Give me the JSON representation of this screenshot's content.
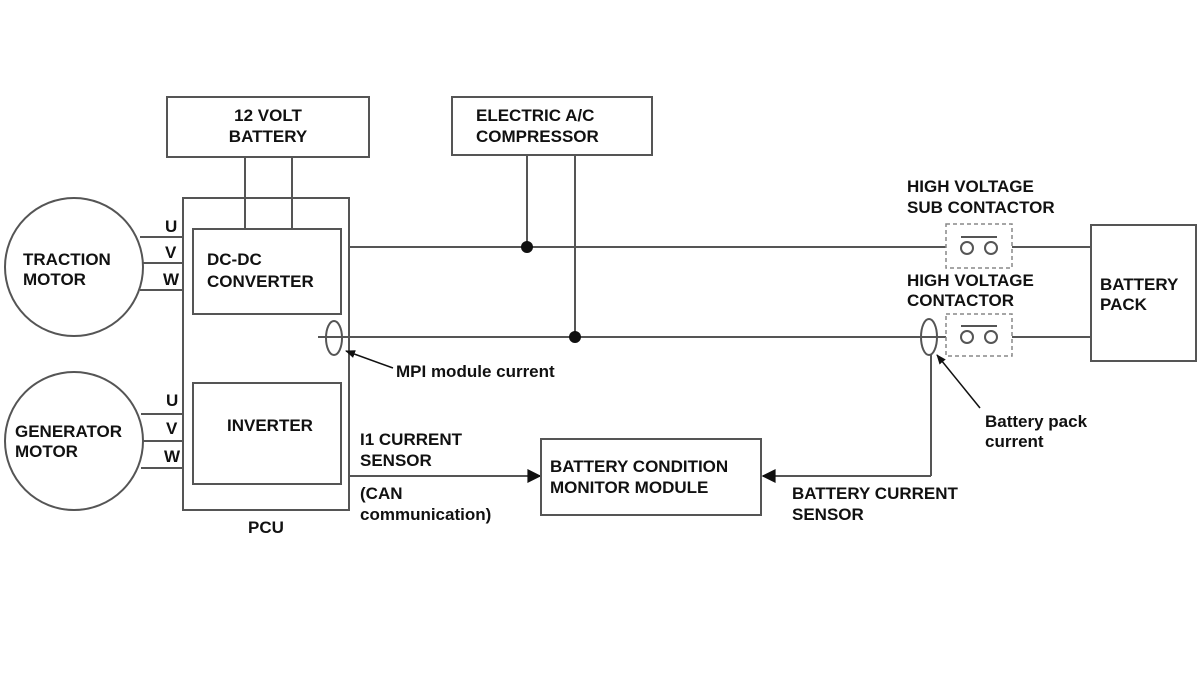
{
  "components": {
    "battery_12v": [
      "12 VOLT",
      "BATTERY"
    ],
    "ac_compressor": [
      "ELECTRIC A/C",
      "COMPRESSOR"
    ],
    "traction_motor": [
      "TRACTION",
      "MOTOR"
    ],
    "generator_motor": [
      "GENERATOR",
      "MOTOR"
    ],
    "dcdc_converter": [
      "DC-DC",
      "CONVERTER"
    ],
    "inverter": "INVERTER",
    "pcu": "PCU",
    "battery_pack": [
      "BATTERY",
      "PACK"
    ],
    "bcm_module": [
      "BATTERY CONDITION",
      "MONITOR MODULE"
    ],
    "hv_sub_contactor": [
      "HIGH VOLTAGE",
      "SUB CONTACTOR"
    ],
    "hv_contactor": [
      "HIGH VOLTAGE",
      "CONTACTOR"
    ]
  },
  "phases": {
    "traction": [
      "U",
      "V",
      "W"
    ],
    "generator": [
      "U",
      "V",
      "W"
    ]
  },
  "annotations": {
    "mpi_current": "MPI module current",
    "battery_pack_current": [
      "Battery pack",
      "current"
    ],
    "i1_sensor": [
      "I1 CURRENT",
      "SENSOR"
    ],
    "can_comm": [
      "(CAN",
      "communication)"
    ],
    "battery_current_sensor": [
      "BATTERY CURRENT",
      "SENSOR"
    ]
  }
}
